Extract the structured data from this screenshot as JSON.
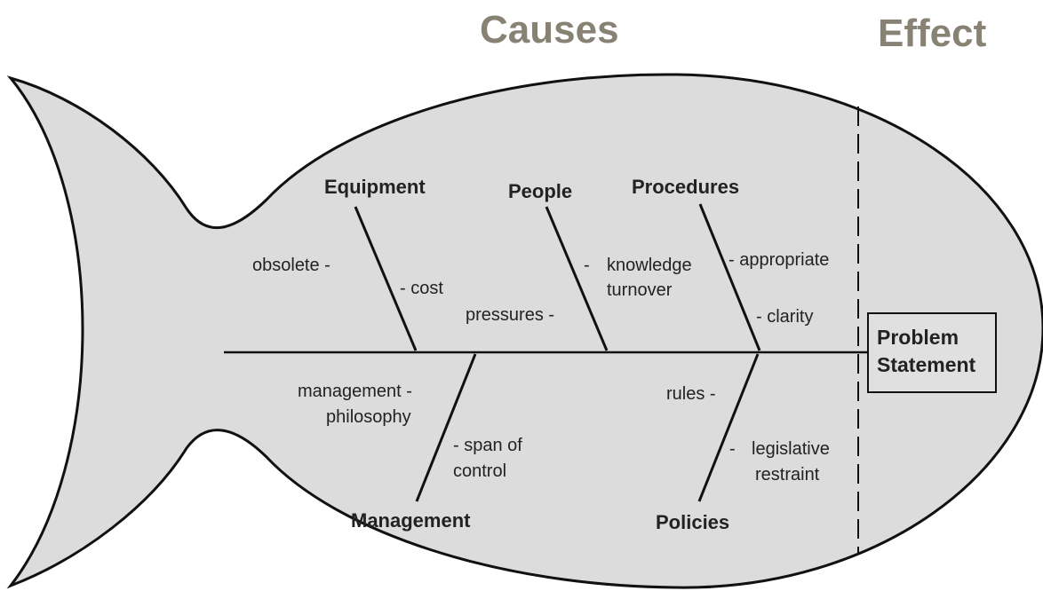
{
  "headers": {
    "causes": "Causes",
    "effect": "Effect"
  },
  "colors": {
    "header": "#878274",
    "fish_fill": "#dcdcdc",
    "stroke": "#111111",
    "effect_box_fill": "#e0e0e0"
  },
  "problem": {
    "line1": "Problem",
    "line2": "Statement"
  },
  "categories": {
    "equipment": {
      "title": "Equipment",
      "causes": [
        "obsolete -",
        "- cost"
      ]
    },
    "people": {
      "title": "People",
      "causes": [
        "pressures -",
        "-",
        "knowledge",
        "turnover"
      ]
    },
    "procedures": {
      "title": "Procedures",
      "causes": [
        "- appropriate",
        "- clarity"
      ]
    },
    "management": {
      "title": "Management",
      "causes": [
        "management -",
        "philosophy",
        "- span of",
        "control"
      ]
    },
    "policies": {
      "title": "Policies",
      "causes": [
        "rules -",
        "-",
        "legislative",
        "restraint"
      ]
    }
  }
}
